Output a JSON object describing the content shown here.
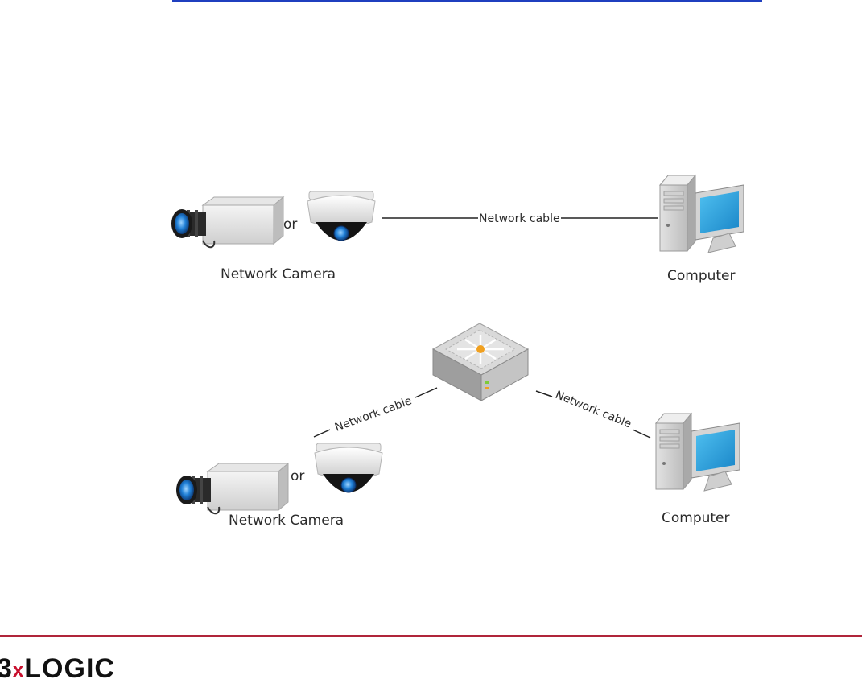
{
  "diagram1": {
    "camera_label": "Network Camera",
    "or_text": "or",
    "cable_label": "Network cable",
    "computer_label": "Computer"
  },
  "diagram2": {
    "camera_label": "Network Camera",
    "or_text": "or",
    "cable_left_label": "Network cable",
    "cable_right_label": "Network cable",
    "computer_label": "Computer"
  },
  "footer": {
    "logo_part1": "3",
    "logo_x": "x",
    "logo_part2": "LOGIC"
  },
  "colors": {
    "footer_rule": "#b0253a",
    "top_rule": "#1f3fbf",
    "lens_blue": "#1f7fd6",
    "monitor_screen": "#2aa3e0",
    "switch_led": "#f0a020"
  }
}
